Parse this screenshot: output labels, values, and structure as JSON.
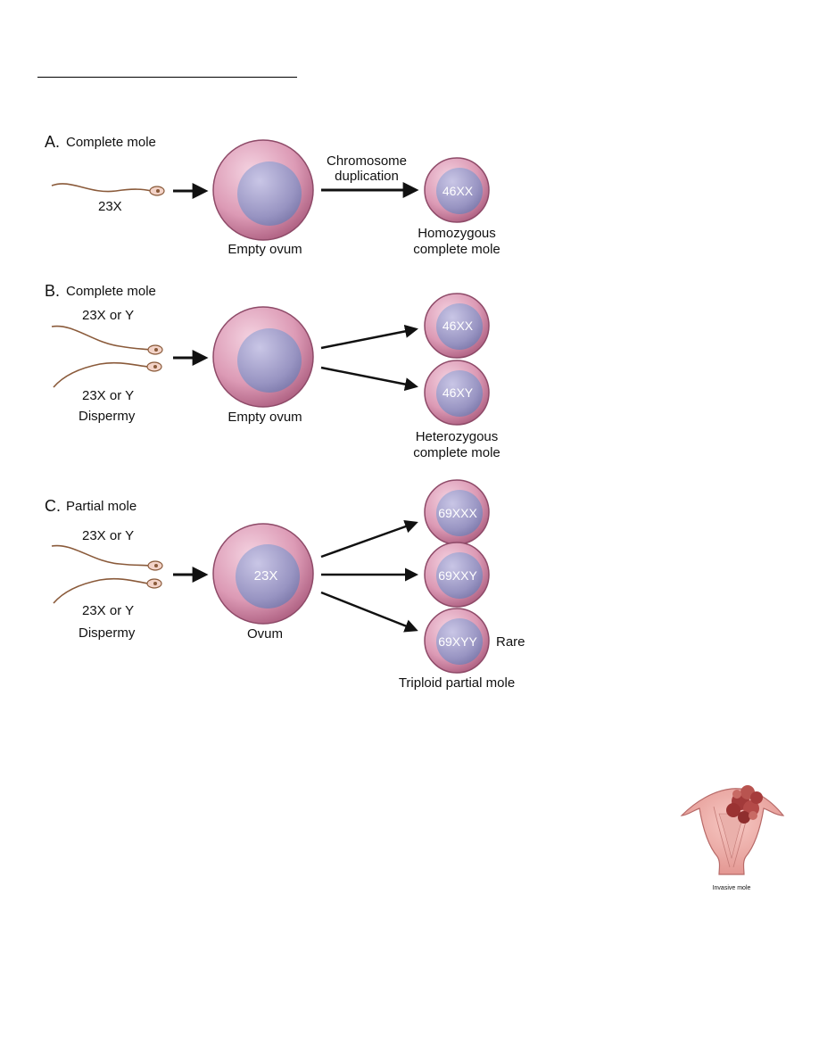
{
  "diagram": {
    "panel_a": {
      "letter": "A.",
      "title": "Complete mole",
      "sperm_label": "23X",
      "ovum_label": "Empty ovum",
      "arrow_label_1": "Chromosome",
      "arrow_label_2": "duplication",
      "result_karyotype": "46XX",
      "result_caption_1": "Homozygous",
      "result_caption_2": "complete mole"
    },
    "panel_b": {
      "letter": "B.",
      "title": "Complete mole",
      "sperm_top_label": "23X or Y",
      "sperm_bottom_label": "23X or Y",
      "dispermy_label": "Dispermy",
      "ovum_label": "Empty ovum",
      "result_1_karyotype": "46XX",
      "result_2_karyotype": "46XY",
      "result_caption_1": "Heterozygous",
      "result_caption_2": "complete mole"
    },
    "panel_c": {
      "letter": "C.",
      "title": "Partial mole",
      "sperm_top_label": "23X or Y",
      "sperm_bottom_label": "23X or Y",
      "dispermy_label": "Dispermy",
      "ovum_karyotype": "23X",
      "ovum_label": "Ovum",
      "result_1_karyotype": "69XXX",
      "result_2_karyotype": "69XXY",
      "result_3_karyotype": "69XYY",
      "rare_label": "Rare",
      "result_caption": "Triploid partial mole"
    }
  },
  "inset": {
    "caption": "Invasive mole"
  },
  "colors": {
    "cell_outer": "#c87e9c",
    "cell_inner": "#9c98c4",
    "sperm": "#8a5a3a",
    "arrow": "#111111"
  }
}
